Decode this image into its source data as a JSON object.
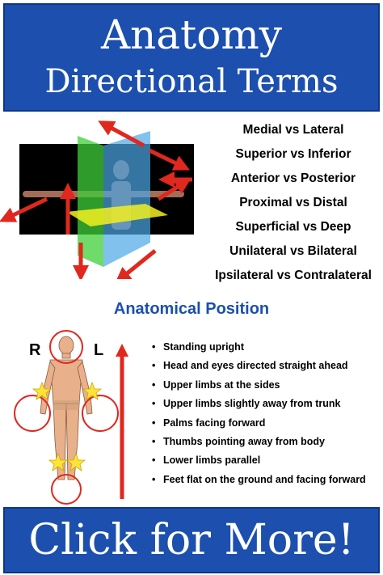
{
  "header": {
    "title_line1": "Anatomy",
    "title_line2": "Directional Terms"
  },
  "terms": [
    "Medial vs Lateral",
    "Superior vs Inferior",
    "Anterior vs Posterior",
    "Proximal vs Distal",
    "Superficial vs Deep",
    "Unilateral vs Bilateral",
    "Ipsilateral vs Contralateral"
  ],
  "anatomical_position": {
    "title": "Anatomical Position",
    "side_labels": {
      "right": "R",
      "left": "L"
    },
    "items": [
      "Standing upright",
      "Head and eyes directed straight ahead",
      "Upper limbs at the sides",
      "Upper limbs slightly away from trunk",
      "Palms facing forward",
      "Thumbs pointing away from body",
      "Lower limbs parallel",
      "Feet flat on the ground and facing forward"
    ],
    "bullet": "•"
  },
  "footer": {
    "cta": "Click for More!"
  },
  "colors": {
    "brand_blue": "#1c4fae",
    "arrow_red": "#e0281e",
    "plane_green": "#3dcf3a",
    "plane_blue": "#4aa6e6",
    "plane_yellow": "#f3f020",
    "star_yellow": "#ffe33a"
  }
}
